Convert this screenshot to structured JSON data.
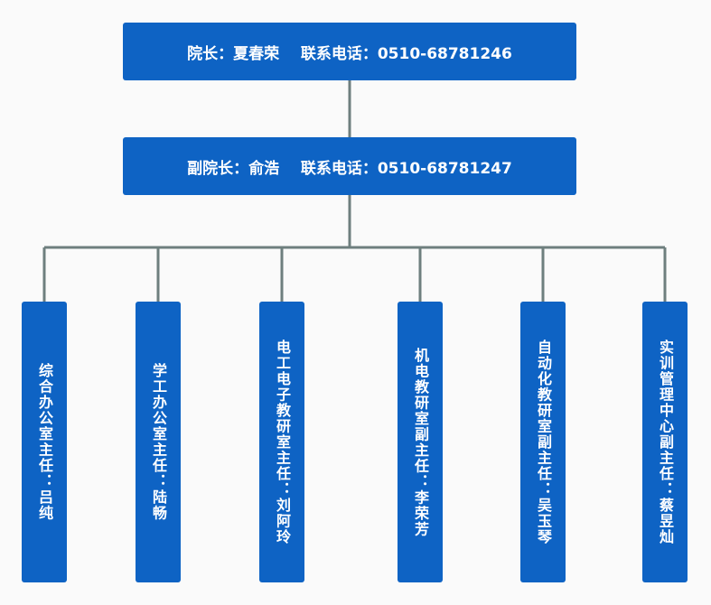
{
  "org": {
    "dean": "院长：夏春荣    联系电话：0510-68781246",
    "vice_dean": "副院长：俞浩    联系电话：0510-68781247",
    "departments": [
      "综合办公室主任：吕纯",
      "学工办公室主任：陆畅",
      "电工电子教研室主任：刘阿玲",
      "机电教研室副主任：李荣芳",
      "自动化教研室副主任：吴玉琴",
      "实训管理中心副主任：蔡昱灿"
    ]
  },
  "colors": {
    "box": "#0e63c4",
    "connector": "#6e7f7e",
    "text": "#ffffff"
  }
}
